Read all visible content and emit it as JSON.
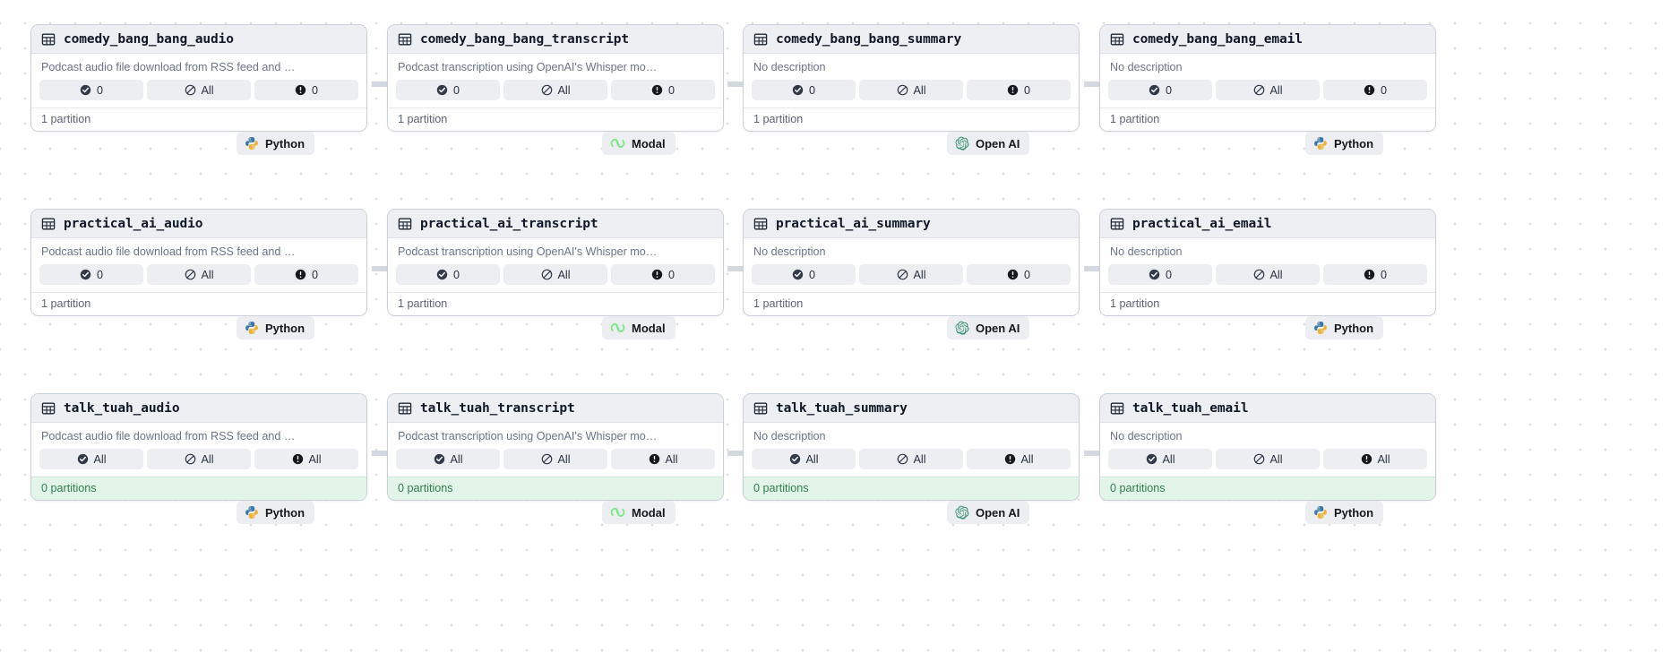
{
  "canvas": {
    "background": "#ffffff",
    "dot_color": "#dcdfe6",
    "arrow_color": "#d4d8e0"
  },
  "icons": {
    "table": "table-icon",
    "check": "check-circle-icon",
    "slash": "slash-circle-icon",
    "alert": "alert-circle-icon",
    "python": "python-logo-icon",
    "modal": "modal-logo-icon",
    "openai": "openai-logo-icon"
  },
  "descriptions": {
    "audio": "Podcast audio file download from RSS feed and …",
    "transcript": "Podcast transcription using OpenAI's Whisper mo…",
    "none": "No description"
  },
  "footers": {
    "one_partition": "1 partition",
    "zero_partitions": "0 partitions"
  },
  "chip_values": {
    "zero": "0",
    "all": "All"
  },
  "tags": [
    {
      "id": "python",
      "label": "Python",
      "icon": "python-logo-icon"
    },
    {
      "id": "modal",
      "label": "Modal",
      "icon": "modal-logo-icon"
    },
    {
      "id": "openai",
      "label": "Open AI",
      "icon": "openai-logo-icon"
    },
    {
      "id": "python2",
      "label": "Python",
      "icon": "python-logo-icon"
    },
    {
      "id": "python3",
      "label": "Python",
      "icon": "python-logo-icon"
    },
    {
      "id": "modal2",
      "label": "Modal",
      "icon": "modal-logo-icon"
    },
    {
      "id": "openai2",
      "label": "Open AI",
      "icon": "openai-logo-icon"
    },
    {
      "id": "python4",
      "label": "Python",
      "icon": "python-logo-icon"
    },
    {
      "id": "python5",
      "label": "Python",
      "icon": "python-logo-icon"
    },
    {
      "id": "modal3",
      "label": "Modal",
      "icon": "modal-logo-icon"
    },
    {
      "id": "openai3",
      "label": "Open AI",
      "icon": "openai-logo-icon"
    },
    {
      "id": "python6",
      "label": "Python",
      "icon": "python-logo-icon"
    }
  ],
  "nodes": [
    {
      "id": "comedy_bang_bang_audio",
      "title": "comedy_bang_bang_audio",
      "description": "Podcast audio file download from RSS feed and …",
      "chips": [
        {
          "icon": "check-circle-icon",
          "value": "0"
        },
        {
          "icon": "slash-circle-icon",
          "value": "All"
        },
        {
          "icon": "alert-circle-icon",
          "value": "0"
        }
      ],
      "footer": "1 partition",
      "state": "neutral"
    },
    {
      "id": "comedy_bang_bang_transcript",
      "title": "comedy_bang_bang_transcript",
      "description": "Podcast transcription using OpenAI's Whisper mo…",
      "chips": [
        {
          "icon": "check-circle-icon",
          "value": "0"
        },
        {
          "icon": "slash-circle-icon",
          "value": "All"
        },
        {
          "icon": "alert-circle-icon",
          "value": "0"
        }
      ],
      "footer": "1 partition",
      "state": "neutral"
    },
    {
      "id": "comedy_bang_bang_summary",
      "title": "comedy_bang_bang_summary",
      "description": "No description",
      "chips": [
        {
          "icon": "check-circle-icon",
          "value": "0"
        },
        {
          "icon": "slash-circle-icon",
          "value": "All"
        },
        {
          "icon": "alert-circle-icon",
          "value": "0"
        }
      ],
      "footer": "1 partition",
      "state": "neutral"
    },
    {
      "id": "comedy_bang_bang_email",
      "title": "comedy_bang_bang_email",
      "description": "No description",
      "chips": [
        {
          "icon": "check-circle-icon",
          "value": "0"
        },
        {
          "icon": "slash-circle-icon",
          "value": "All"
        },
        {
          "icon": "alert-circle-icon",
          "value": "0"
        }
      ],
      "footer": "1 partition",
      "state": "neutral"
    },
    {
      "id": "practical_ai_audio",
      "title": "practical_ai_audio",
      "description": "Podcast audio file download from RSS feed and …",
      "chips": [
        {
          "icon": "check-circle-icon",
          "value": "0"
        },
        {
          "icon": "slash-circle-icon",
          "value": "All"
        },
        {
          "icon": "alert-circle-icon",
          "value": "0"
        }
      ],
      "footer": "1 partition",
      "state": "neutral"
    },
    {
      "id": "practical_ai_transcript",
      "title": "practical_ai_transcript",
      "description": "Podcast transcription using OpenAI's Whisper mo…",
      "chips": [
        {
          "icon": "check-circle-icon",
          "value": "0"
        },
        {
          "icon": "slash-circle-icon",
          "value": "All"
        },
        {
          "icon": "alert-circle-icon",
          "value": "0"
        }
      ],
      "footer": "1 partition",
      "state": "neutral"
    },
    {
      "id": "practical_ai_summary",
      "title": "practical_ai_summary",
      "description": "No description",
      "chips": [
        {
          "icon": "check-circle-icon",
          "value": "0"
        },
        {
          "icon": "slash-circle-icon",
          "value": "All"
        },
        {
          "icon": "alert-circle-icon",
          "value": "0"
        }
      ],
      "footer": "1 partition",
      "state": "neutral"
    },
    {
      "id": "practical_ai_email",
      "title": "practical_ai_email",
      "description": "No description",
      "chips": [
        {
          "icon": "check-circle-icon",
          "value": "0"
        },
        {
          "icon": "slash-circle-icon",
          "value": "All"
        },
        {
          "icon": "alert-circle-icon",
          "value": "0"
        }
      ],
      "footer": "1 partition",
      "state": "neutral"
    },
    {
      "id": "talk_tuah_audio",
      "title": "talk_tuah_audio",
      "description": "Podcast audio file download from RSS feed and …",
      "chips": [
        {
          "icon": "check-circle-icon",
          "value": "All"
        },
        {
          "icon": "slash-circle-icon",
          "value": "All"
        },
        {
          "icon": "alert-circle-icon",
          "value": "All"
        }
      ],
      "footer": "0 partitions",
      "state": "ok"
    },
    {
      "id": "talk_tuah_transcript",
      "title": "talk_tuah_transcript",
      "description": "Podcast transcription using OpenAI's Whisper mo…",
      "chips": [
        {
          "icon": "check-circle-icon",
          "value": "All"
        },
        {
          "icon": "slash-circle-icon",
          "value": "All"
        },
        {
          "icon": "alert-circle-icon",
          "value": "All"
        }
      ],
      "footer": "0 partitions",
      "state": "ok"
    },
    {
      "id": "talk_tuah_summary",
      "title": "talk_tuah_summary",
      "description": "No description",
      "chips": [
        {
          "icon": "check-circle-icon",
          "value": "All"
        },
        {
          "icon": "slash-circle-icon",
          "value": "All"
        },
        {
          "icon": "alert-circle-icon",
          "value": "All"
        }
      ],
      "footer": "0 partitions",
      "state": "ok"
    },
    {
      "id": "talk_tuah_email",
      "title": "talk_tuah_email",
      "description": "No description",
      "chips": [
        {
          "icon": "check-circle-icon",
          "value": "All"
        },
        {
          "icon": "slash-circle-icon",
          "value": "All"
        },
        {
          "icon": "alert-circle-icon",
          "value": "All"
        }
      ],
      "footer": "0 partitions",
      "state": "ok"
    }
  ]
}
